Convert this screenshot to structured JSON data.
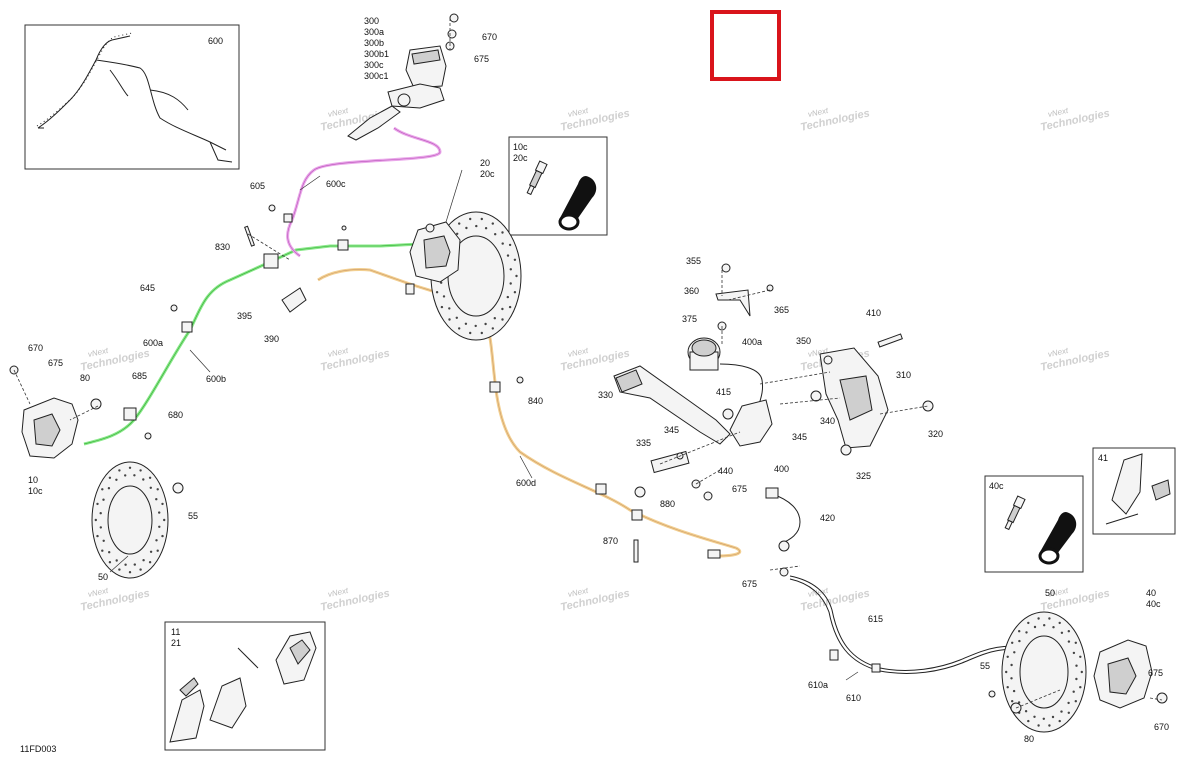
{
  "diagram": {
    "code": "11FD003",
    "watermark_line1": "vNext",
    "watermark_line2": "Technologies",
    "colors": {
      "line_600b": "#88e888",
      "line_600c": "#e9a6e9",
      "line_600d": "#f2cf90",
      "highlight_box": "#d9141b"
    }
  },
  "callouts": {
    "c600": "600",
    "c300a": "300",
    "c300b": "300a",
    "c300c": "300b",
    "c300d": "300b1",
    "c300e": "300c",
    "c300f": "300c1",
    "c670a": "670",
    "c675a": "675",
    "c600c": "600c",
    "c605": "605",
    "c830": "830",
    "c645": "645",
    "c395": "395",
    "c390": "390",
    "c600a": "600a",
    "c600b": "600b",
    "c670b": "670",
    "c675b": "675",
    "c80a": "80",
    "c685": "685",
    "c680": "680",
    "c10": "10",
    "c10c": "10c",
    "c55a": "55",
    "c50a": "50",
    "c20": "20",
    "c20c": "20c",
    "c840": "840",
    "c600d": "600d",
    "c880": "880",
    "c870": "870",
    "c355": "355",
    "c360": "360",
    "c365": "365",
    "c375": "375",
    "c400a": "400a",
    "c350": "350",
    "c410": "410",
    "c310": "310",
    "c330": "330",
    "c415": "415",
    "c345a": "345",
    "c345b": "345",
    "c340": "340",
    "c335": "335",
    "c320": "320",
    "c400": "400",
    "c440": "440",
    "c675c": "675",
    "c325": "325",
    "c420": "420",
    "c675d": "675",
    "c615": "615",
    "c610a": "610a",
    "c610": "610",
    "c50b": "50",
    "c40": "40",
    "c40c": "40c",
    "c55b": "55",
    "c675e": "675",
    "c80b": "80",
    "c670c": "670"
  },
  "insets": {
    "bleeder_top": {
      "l1": "10c",
      "l2": "20c"
    },
    "bleeder_right": {
      "l1": "40c"
    },
    "pads_front": {
      "l1": "11",
      "l2": "21"
    },
    "pads_rear": {
      "l1": "41"
    }
  }
}
